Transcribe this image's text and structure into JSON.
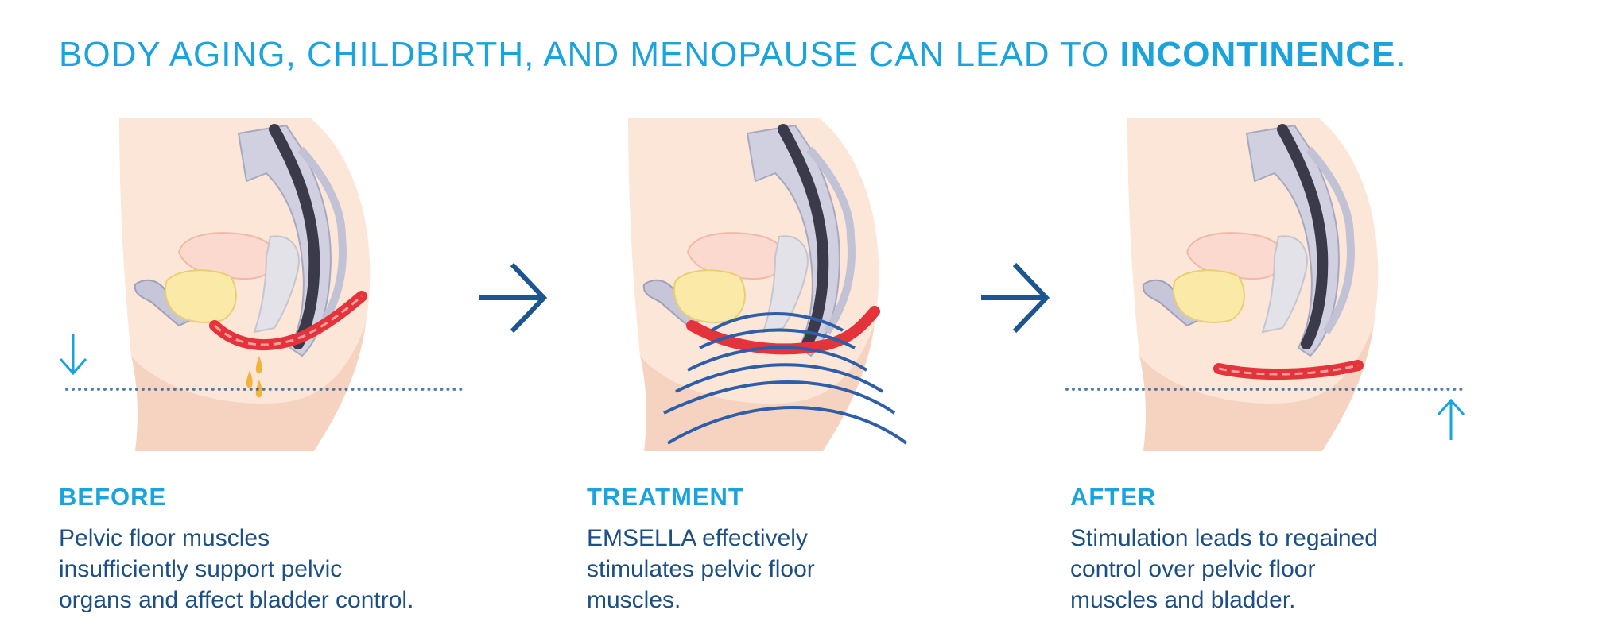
{
  "colors": {
    "accent": "#1aa3dc",
    "body_text": "#1c4f86",
    "arrow": "#1c5590",
    "muscle": "#e4333a",
    "waves": "#2e5ea8",
    "skin": "#fbe6d8",
    "bone": "#d0d0e0",
    "bladder": "#fbe9a8"
  },
  "headline": {
    "prefix": "BODY AGING, CHILDBIRTH, AND MENOPAUSE CAN LEAD TO ",
    "emphasis": "INCONTINENCE",
    "suffix": "."
  },
  "steps": [
    {
      "title": "BEFORE",
      "text": "Pelvic floor muscles\ninsufficiently support pelvic\norgans and affect bladder control.",
      "indicator": "down-arrow-icon"
    },
    {
      "title": "TREATMENT",
      "text": "EMSELLA effectively\nstimulates pelvic floor\nmuscles.",
      "indicator": "electromagnetic-waves"
    },
    {
      "title": "AFTER",
      "text": "Stimulation leads to regained\ncontrol over pelvic floor\nmuscles and bladder.",
      "indicator": "up-arrow-icon"
    }
  ],
  "flow_arrows": [
    "right-arrow-icon",
    "right-arrow-icon"
  ]
}
